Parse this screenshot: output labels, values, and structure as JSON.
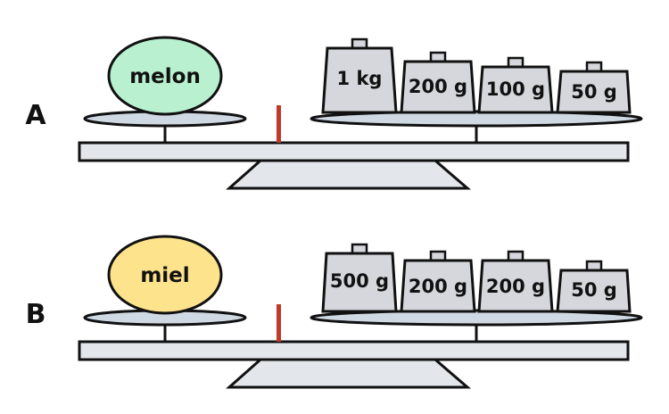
{
  "scales": [
    {
      "row": "A",
      "item": {
        "label": "melon",
        "fill": "#b9f0cf"
      },
      "weights": [
        "1 kg",
        "200 g",
        "100 g",
        "50 g"
      ]
    },
    {
      "row": "B",
      "item": {
        "label": "miel",
        "fill": "#fde38c"
      },
      "weights": [
        "500 g",
        "200 g",
        "200 g",
        "50 g"
      ]
    }
  ],
  "colors": {
    "beam": "#e3e6ea",
    "base": "#e3e6ea",
    "pan": "#cfd9e4",
    "weight": "#d5d7dc",
    "pointer": "#c0392b",
    "outline": "#111111"
  }
}
